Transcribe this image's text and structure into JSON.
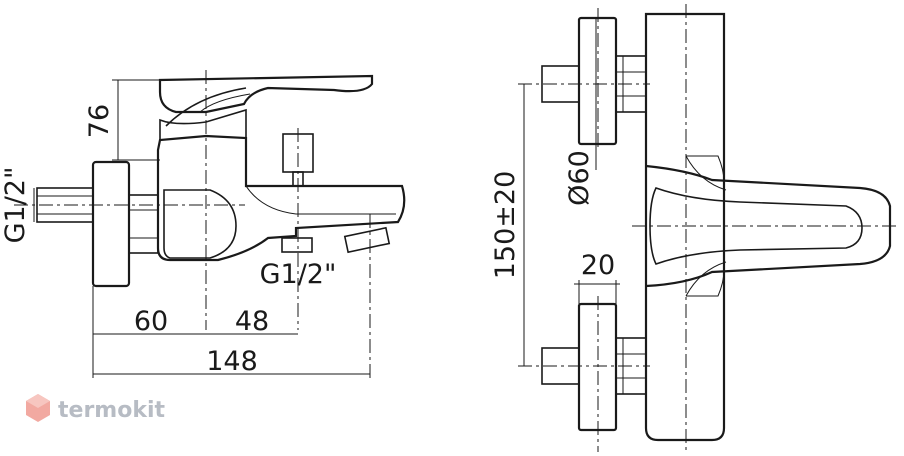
{
  "dimensions": {
    "height_76": "76",
    "thread_left": "G1/2\"",
    "thread_bottom": "G1/2\"",
    "width_60": "60",
    "width_48": "48",
    "width_148": "148",
    "spacing_150": "150±20",
    "diameter_60": "Ø60",
    "depth_20": "20"
  },
  "watermark": {
    "brand": "termokit"
  },
  "colors": {
    "line": "#1a1a1a",
    "watermark_text": "#b7bcc4",
    "watermark_logo": "#f2a9a1"
  }
}
